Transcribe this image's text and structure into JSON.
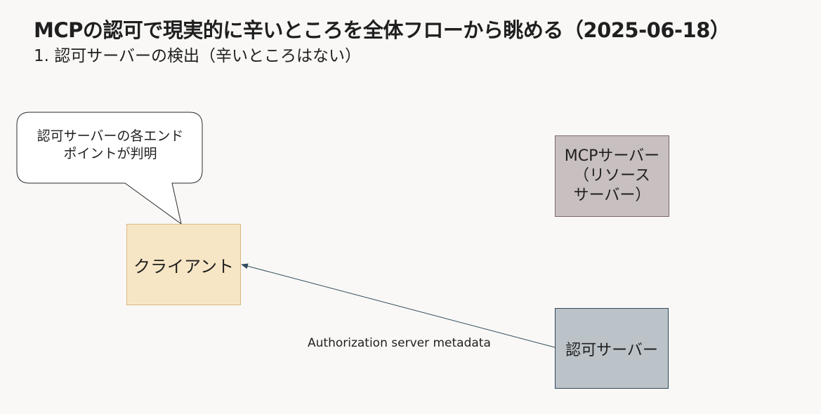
{
  "slide": {
    "title": "MCPの認可で現実的に辛いところを全体フローから眺める（2025-06-18）",
    "subtitle": "1. 認可サーバーの検出（辛いところはない）"
  },
  "diagram": {
    "client_label": "クライアント",
    "mcp_server_label": "MCPサーバー\n（リソース\nサーバー）",
    "auth_server_label": "認可サーバー",
    "callout_text": "認可サーバーの各エンド\nポイントが判明",
    "edge_label": "Authorization server metadata"
  },
  "colors": {
    "background": "#f9f8f6",
    "client_fill": "#f7e6c5",
    "mcp_server_fill": "#c8bfc0",
    "auth_server_fill": "#bcc3c8",
    "arrow": "#2f4a5c"
  }
}
